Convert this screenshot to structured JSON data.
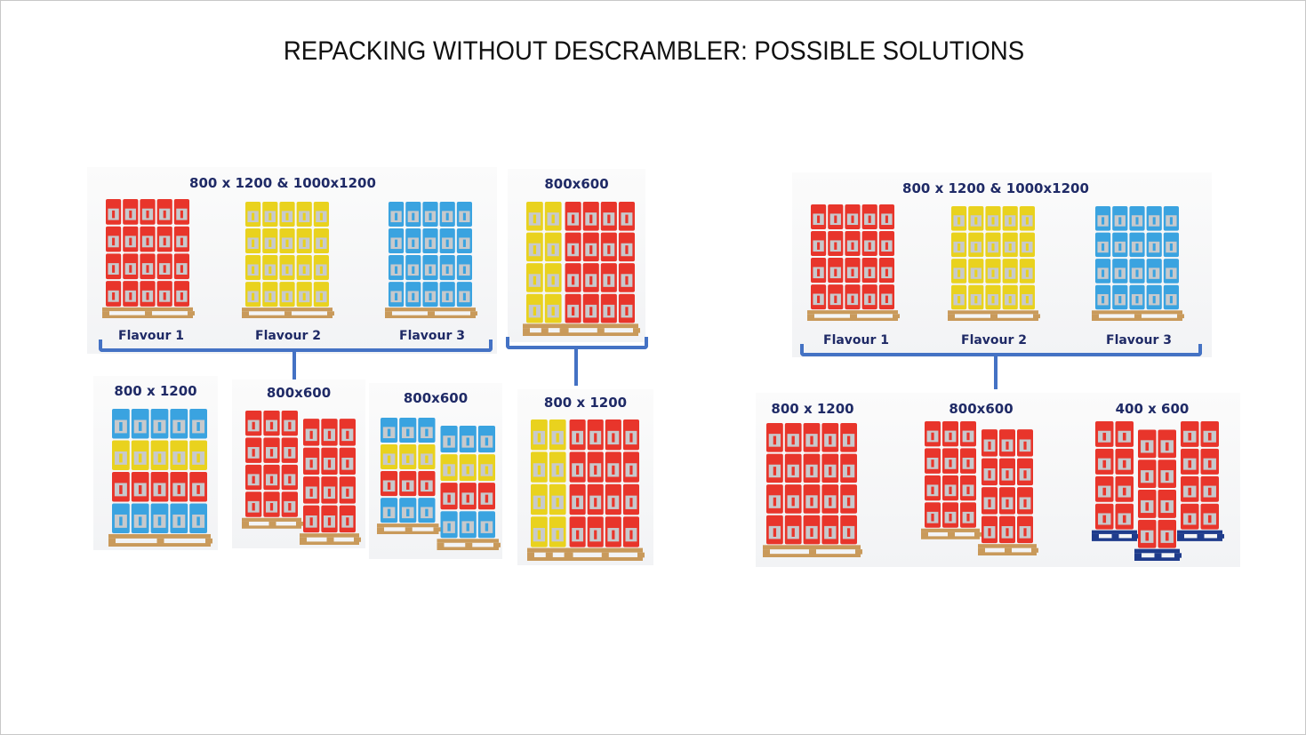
{
  "slide": {
    "title": "REPACKING WITHOUT DESCRAMBLER: POSSIBLE SOLUTIONS"
  },
  "colors": {
    "accent": "#4472c4",
    "label_text": "#1f2a66",
    "flavour_1": "#e8352b",
    "flavour_2": "#e9d21e",
    "flavour_3": "#3aa3e0",
    "pallet_wood": "#c99a5b",
    "pallet_plastic": "#1f3c8c"
  },
  "left_solution": {
    "source_group": {
      "heading": "800 x 1200 & 1000x1200",
      "flavours": [
        "Flavour 1",
        "Flavour 2",
        "Flavour 3"
      ]
    },
    "source_half": {
      "heading": "800x600"
    },
    "outputs": [
      {
        "heading": "800 x 1200",
        "layers": [
          "blue",
          "yellow",
          "red",
          "blue"
        ]
      },
      {
        "heading": "800x600",
        "layers": [
          "red",
          "red",
          "red",
          "red"
        ]
      },
      {
        "heading": "800x600",
        "layers": [
          "blue",
          "yellow",
          "red",
          "blue"
        ]
      }
    ],
    "half_output": {
      "heading": "800 x 1200"
    }
  },
  "right_solution": {
    "source_group": {
      "heading": "800 x 1200 & 1000x1200",
      "flavours": [
        "Flavour 1",
        "Flavour 2",
        "Flavour 3"
      ]
    },
    "outputs": [
      {
        "heading": "800 x 1200"
      },
      {
        "heading": "800x600"
      },
      {
        "heading": "400 x 600"
      }
    ]
  }
}
